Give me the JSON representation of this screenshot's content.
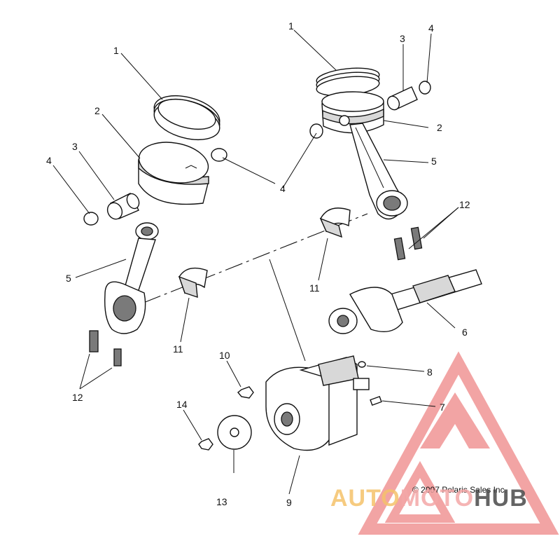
{
  "copyright": "© 2007 Polaris Sales Inc.",
  "watermark": {
    "part1": "AUTO",
    "part2": "MOTO",
    "part3": "HUB",
    "colors": {
      "auto": "#f5c26b",
      "moto": "#f4a8a8",
      "hub": "#4a4a4a",
      "triangle": "#e85a5a"
    }
  },
  "callouts": {
    "c1a": "1",
    "c1b": "1",
    "c2a": "2",
    "c2b": "2",
    "c3a": "3",
    "c3b": "3",
    "c4a": "4",
    "c4b": "4",
    "c4c": "4",
    "c5a": "5",
    "c5b": "5",
    "c6": "6",
    "c7": "7",
    "c8": "8",
    "c9": "9",
    "c10": "10",
    "c11a": "11",
    "c11b": "11",
    "c12a": "12",
    "c12b": "12",
    "c13": "13",
    "c14": "14"
  }
}
